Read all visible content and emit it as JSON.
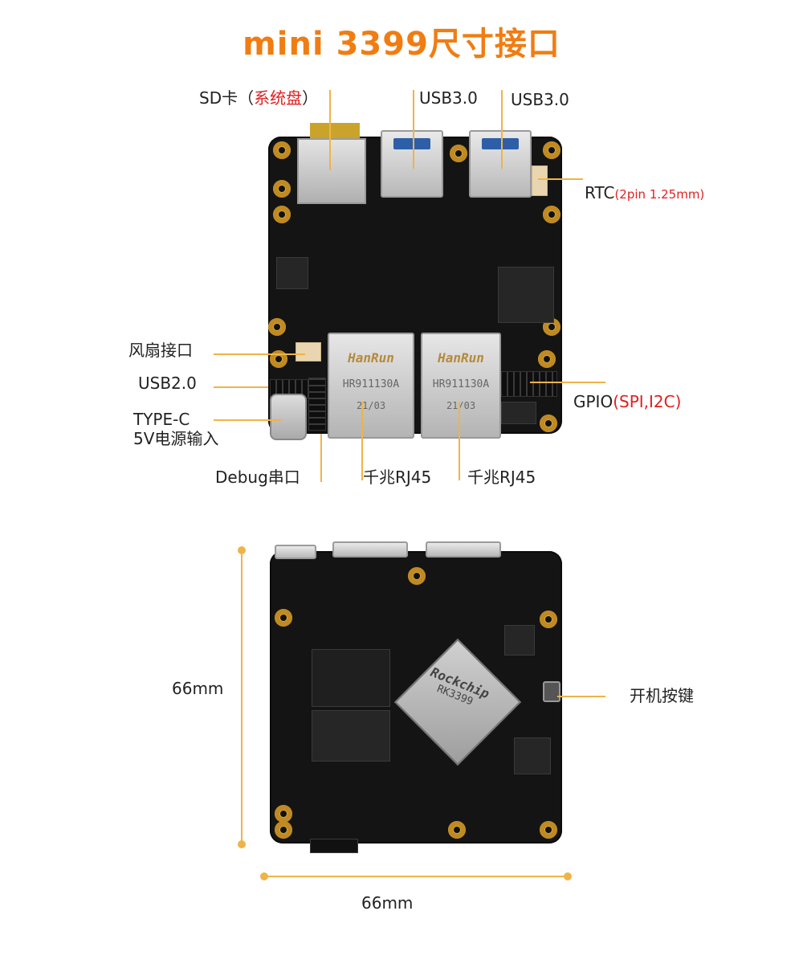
{
  "title": {
    "text": "mini 3399尺寸接口",
    "color": "#f07d12"
  },
  "top_board": {
    "labels": {
      "sd_card_prefix": "SD卡（",
      "sd_card_red": "系统盘",
      "sd_card_suffix": "）",
      "usb3_left": "USB3.0",
      "usb3_right": "USB3.0",
      "rtc": "RTC",
      "rtc_spec": "(2pin 1.25mm)",
      "fan": "风扇接口",
      "usb2": "USB2.0",
      "typec_line1": "TYPE-C",
      "typec_line2": "5V电源输入",
      "gpio_prefix": "GPIO",
      "gpio_red": "(SPI,I2C)",
      "debug": "Debug串口",
      "rj45_left": "千兆RJ45",
      "rj45_right": "千兆RJ45"
    },
    "rj45_left_brand": "HanRun",
    "rj45_left_model": "HR911130A",
    "rj45_left_date": "21/03",
    "rj45_right_brand": "HanRun",
    "rj45_right_model": "HR911130A",
    "rj45_right_date": "21/03"
  },
  "bottom_board": {
    "labels": {
      "height_dim": "66mm",
      "width_dim": "66mm",
      "power_button": "开机按键"
    },
    "soc_brand": "Rockchip",
    "soc_model": "RK3399"
  },
  "colors": {
    "accent": "#f07d12",
    "leader_line": "#f0b347",
    "highlight_text": "#e02020",
    "board": "#141414"
  }
}
